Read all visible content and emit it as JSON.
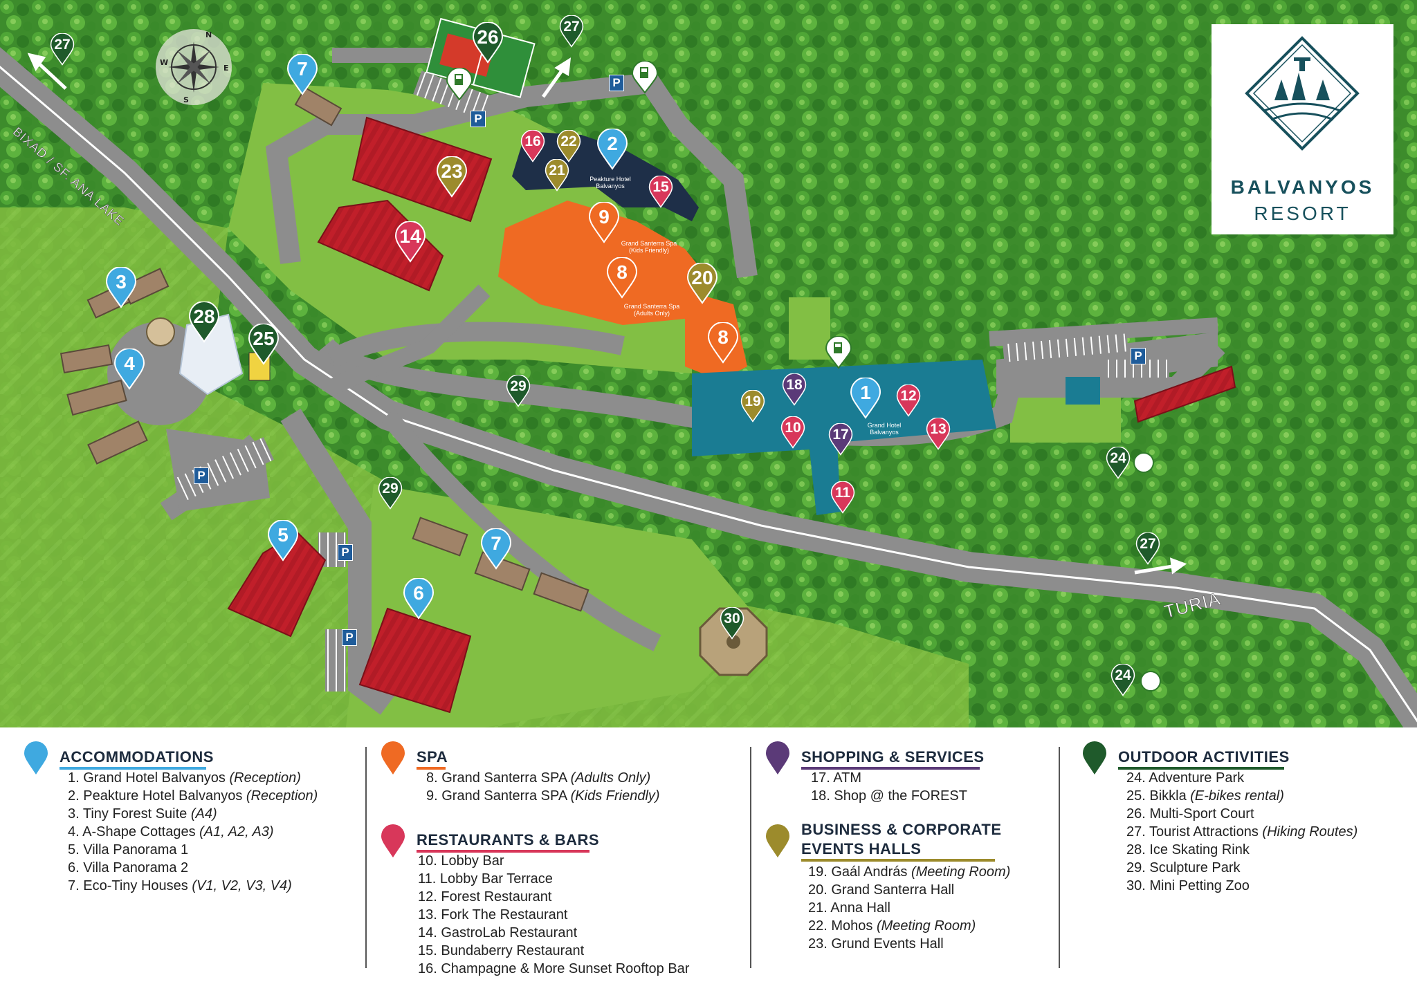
{
  "brand": {
    "line1": "BALVANYOS",
    "line2": "RESORT",
    "accent": "#17505c"
  },
  "compass": {
    "n": "N",
    "e": "E",
    "s": "S",
    "w": "W"
  },
  "map": {
    "road_labels": {
      "bixad": "BIXAD / SF. ANA LAKE",
      "turia": "TURIA"
    },
    "building_labels": {
      "peakture": "Peakture Hotel Balvanyos",
      "spa_kids": "Grand Santerra Spa (Kids Friendly)",
      "spa_adults": "Grand Santerra Spa (Adults Only)",
      "grand_hotel": "Grand Hotel Balvanyos"
    },
    "parking_label": "P",
    "colors": {
      "accommodations": "#3fa9e0",
      "spa": "#ef6a23",
      "restaurants": "#d8375a",
      "shopping": "#5b3a78",
      "business": "#9c8b2c",
      "outdoor": "#1f5a2b",
      "grass": "#6fae35",
      "forest": "#3c8a2a",
      "road": "#8d8d8d",
      "red_building": "#c0202a",
      "orange_building": "#ef6a23",
      "teal_building": "#1a7c93",
      "navy_building": "#1e2f48"
    },
    "pins": [
      {
        "id": "pin-1",
        "num": "1",
        "cat": "accommodations"
      },
      {
        "id": "pin-2",
        "num": "2",
        "cat": "accommodations"
      },
      {
        "id": "pin-3",
        "num": "3",
        "cat": "accommodations"
      },
      {
        "id": "pin-4",
        "num": "4",
        "cat": "accommodations"
      },
      {
        "id": "pin-5",
        "num": "5",
        "cat": "accommodations"
      },
      {
        "id": "pin-6",
        "num": "6",
        "cat": "accommodations"
      },
      {
        "id": "pin-7a",
        "num": "7",
        "cat": "accommodations"
      },
      {
        "id": "pin-7b",
        "num": "7",
        "cat": "accommodations"
      },
      {
        "id": "pin-8a",
        "num": "8",
        "cat": "spa"
      },
      {
        "id": "pin-8b",
        "num": "8",
        "cat": "spa"
      },
      {
        "id": "pin-9",
        "num": "9",
        "cat": "spa"
      },
      {
        "id": "pin-10",
        "num": "10",
        "cat": "restaurants"
      },
      {
        "id": "pin-11",
        "num": "11",
        "cat": "restaurants"
      },
      {
        "id": "pin-12",
        "num": "12",
        "cat": "restaurants"
      },
      {
        "id": "pin-13",
        "num": "13",
        "cat": "restaurants"
      },
      {
        "id": "pin-14",
        "num": "14",
        "cat": "restaurants"
      },
      {
        "id": "pin-15",
        "num": "15",
        "cat": "restaurants"
      },
      {
        "id": "pin-16",
        "num": "16",
        "cat": "restaurants"
      },
      {
        "id": "pin-17",
        "num": "17",
        "cat": "shopping"
      },
      {
        "id": "pin-18",
        "num": "18",
        "cat": "shopping"
      },
      {
        "id": "pin-19",
        "num": "19",
        "cat": "business"
      },
      {
        "id": "pin-20",
        "num": "20",
        "cat": "business"
      },
      {
        "id": "pin-21",
        "num": "21",
        "cat": "business"
      },
      {
        "id": "pin-22",
        "num": "22",
        "cat": "business"
      },
      {
        "id": "pin-23",
        "num": "23",
        "cat": "business"
      },
      {
        "id": "pin-24a",
        "num": "24",
        "cat": "outdoor"
      },
      {
        "id": "pin-24b",
        "num": "24",
        "cat": "outdoor"
      },
      {
        "id": "pin-25",
        "num": "25",
        "cat": "outdoor"
      },
      {
        "id": "pin-26",
        "num": "26",
        "cat": "outdoor"
      },
      {
        "id": "pin-27a",
        "num": "27",
        "cat": "outdoor"
      },
      {
        "id": "pin-27b",
        "num": "27",
        "cat": "outdoor"
      },
      {
        "id": "pin-27c",
        "num": "27",
        "cat": "outdoor"
      },
      {
        "id": "pin-28",
        "num": "28",
        "cat": "outdoor"
      },
      {
        "id": "pin-29a",
        "num": "29",
        "cat": "outdoor"
      },
      {
        "id": "pin-29b",
        "num": "29",
        "cat": "outdoor"
      },
      {
        "id": "pin-30",
        "num": "30",
        "cat": "outdoor"
      }
    ]
  },
  "legend": {
    "accommodations": {
      "title": "ACCOMMODATIONS",
      "items": [
        {
          "text": "1. Grand Hotel Balvanyos ",
          "note": "(Reception)"
        },
        {
          "text": "2. Peakture Hotel Balvanyos ",
          "note": "(Reception)"
        },
        {
          "text": "3. Tiny Forest Suite ",
          "note": "(A4)"
        },
        {
          "text": "4. A-Shape Cottages ",
          "note": "(A1, A2, A3)"
        },
        {
          "text": "5. Villa Panorama 1",
          "note": ""
        },
        {
          "text": "6. Villa Panorama 2",
          "note": ""
        },
        {
          "text": "7. Eco-Tiny Houses ",
          "note": "(V1, V2, V3, V4)"
        }
      ]
    },
    "spa": {
      "title": "SPA",
      "items": [
        {
          "text": "8. Grand Santerra SPA ",
          "note": "(Adults Only)"
        },
        {
          "text": "9. Grand Santerra SPA ",
          "note": "(Kids Friendly)"
        }
      ]
    },
    "restaurants": {
      "title": "RESTAURANTS & BARS",
      "items": [
        {
          "text": "10. Lobby Bar",
          "note": ""
        },
        {
          "text": "11. Lobby Bar Terrace",
          "note": ""
        },
        {
          "text": "12. Forest Restaurant",
          "note": ""
        },
        {
          "text": "13. Fork The Restaurant",
          "note": ""
        },
        {
          "text": "14. GastroLab Restaurant",
          "note": ""
        },
        {
          "text": "15. Bundaberry Restaurant",
          "note": ""
        },
        {
          "text": "16. Champagne & More Sunset Rooftop Bar",
          "note": ""
        }
      ]
    },
    "shopping": {
      "title": "SHOPPING & SERVICES",
      "items": [
        {
          "text": "17. ATM",
          "note": ""
        },
        {
          "text": "18. Shop @ the FOREST",
          "note": ""
        }
      ]
    },
    "business": {
      "title_line1": "BUSINESS & CORPORATE",
      "title_line2": "EVENTS HALLS",
      "items": [
        {
          "text": "19. Gaál András ",
          "note": "(Meeting Room)"
        },
        {
          "text": "20. Grand Santerra Hall",
          "note": ""
        },
        {
          "text": "21. Anna Hall",
          "note": ""
        },
        {
          "text": "22. Mohos ",
          "note": "(Meeting Room)"
        },
        {
          "text": "23. Grund Events Hall",
          "note": ""
        }
      ]
    },
    "outdoor": {
      "title": "OUTDOOR ACTIVITIES",
      "items": [
        {
          "text": "24. Adventure Park",
          "note": ""
        },
        {
          "text": "25. Bikkla ",
          "note": "(E-bikes rental)"
        },
        {
          "text": "26. Multi-Sport Court",
          "note": ""
        },
        {
          "text": "27. Tourist Attractions ",
          "note": "(Hiking Routes)"
        },
        {
          "text": "28. Ice Skating Rink",
          "note": ""
        },
        {
          "text": "29. Sculpture Park",
          "note": ""
        },
        {
          "text": "30. Mini Petting Zoo",
          "note": ""
        }
      ]
    }
  }
}
